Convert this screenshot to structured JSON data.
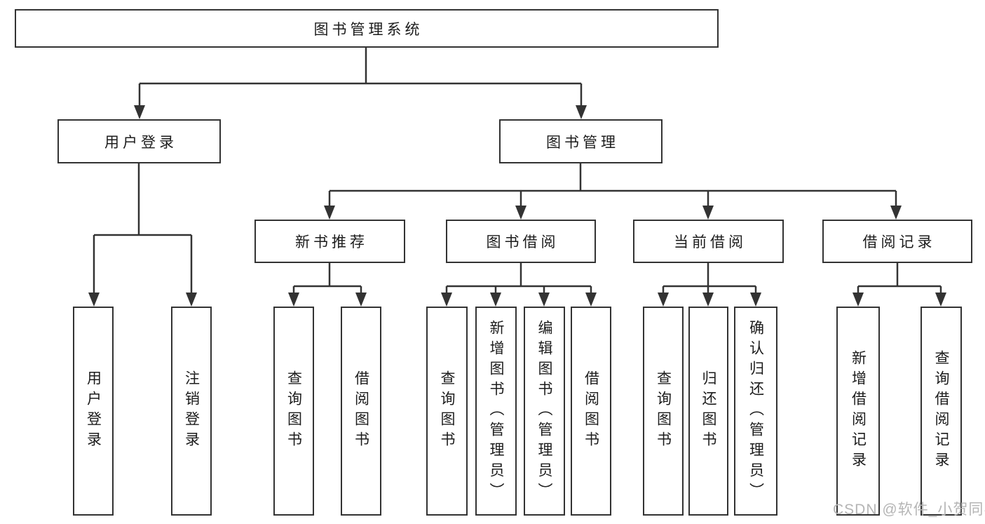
{
  "diagram": {
    "title": "图书管理系统",
    "colors": {
      "line": "#333333",
      "box_border": "#333333",
      "text": "#1c1c1c",
      "watermark": "#b5b5b5",
      "background": "#ffffff"
    },
    "nodes": {
      "root": {
        "label": "图书管理系统"
      },
      "user_login": {
        "label": "用户登录"
      },
      "book_mgmt": {
        "label": "图书管理"
      },
      "new_book_rec": {
        "label": "新书推荐"
      },
      "book_borrow": {
        "label": "图书借阅"
      },
      "current_borrow": {
        "label": "当前借阅"
      },
      "borrow_record": {
        "label": "借阅记录"
      },
      "leaf_user_login": {
        "label": "用户登录"
      },
      "leaf_logout": {
        "label": "注销登录"
      },
      "leaf_query_book_rec": {
        "label": "查询图书"
      },
      "leaf_borrow_book_rec": {
        "label": "借阅图书"
      },
      "leaf_query_book_borrow": {
        "label": "查询图书"
      },
      "leaf_add_book": {
        "label": "新增图书（管理员）"
      },
      "leaf_edit_book": {
        "label": "编辑图书（管理员）"
      },
      "leaf_borrow_book": {
        "label": "借阅图书"
      },
      "leaf_query_book_current": {
        "label": "查询图书"
      },
      "leaf_return_book": {
        "label": "归还图书"
      },
      "leaf_confirm_return": {
        "label": "确认归还（管理员）"
      },
      "leaf_add_record": {
        "label": "新增借阅记录"
      },
      "leaf_query_record": {
        "label": "查询借阅记录"
      }
    },
    "edges": [
      "root->user_login",
      "root->book_mgmt",
      "user_login->leaf_user_login",
      "user_login->leaf_logout",
      "book_mgmt->new_book_rec",
      "book_mgmt->book_borrow",
      "book_mgmt->current_borrow",
      "book_mgmt->borrow_record",
      "new_book_rec->leaf_query_book_rec",
      "new_book_rec->leaf_borrow_book_rec",
      "book_borrow->leaf_query_book_borrow",
      "book_borrow->leaf_add_book",
      "book_borrow->leaf_edit_book",
      "book_borrow->leaf_borrow_book",
      "current_borrow->leaf_query_book_current",
      "current_borrow->leaf_return_book",
      "current_borrow->leaf_confirm_return",
      "borrow_record->leaf_add_record",
      "borrow_record->leaf_query_record"
    ],
    "watermark": {
      "text": "CSDN @软件_小贺同学"
    }
  }
}
